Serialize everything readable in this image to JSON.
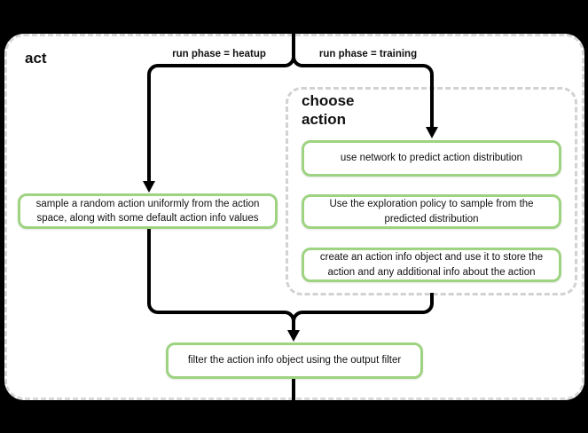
{
  "flowchart": {
    "title": "act",
    "branch_labels": {
      "heatup": "run phase = heatup",
      "training": "run phase = training"
    },
    "group": {
      "label": "choose action"
    },
    "nodes": {
      "sample_random": "sample a random action uniformly from the action space, along with some default action info values",
      "predict_distribution": "use network to predict action distribution",
      "exploration_policy": "Use the exploration policy to sample from the predicted distribution",
      "create_action_info": "create an action info object and use it to store the action and any additional info about the action",
      "output_filter": "filter the action info object using the output filter"
    },
    "colors": {
      "background": "#000000",
      "canvas": "#ffffff",
      "canvas_border": "#d8d8d8",
      "group_border": "#d2d2d2",
      "node_border": "#9ed381",
      "line": "#000000",
      "text": "#111111"
    }
  }
}
